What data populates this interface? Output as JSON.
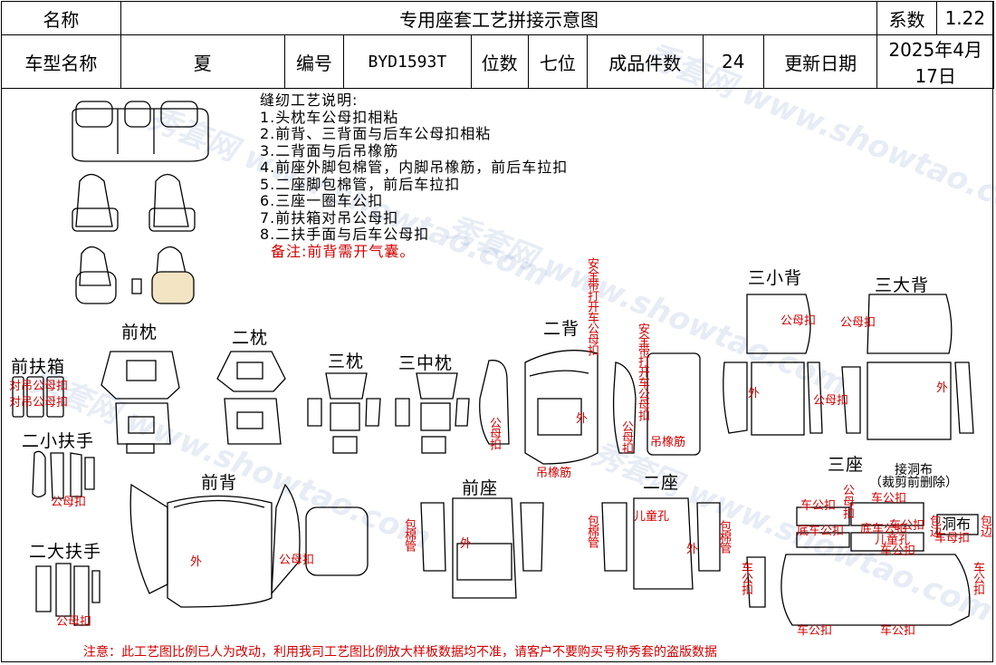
{
  "header": {
    "row1": {
      "name_label": "名称",
      "title": "专用座套工艺拼接示意图",
      "coef_label": "系数",
      "coef_value": "1.22"
    },
    "row2": {
      "car_label": "车型名称",
      "car_value": "夏",
      "code_label": "编号",
      "code_value": "BYD1593T",
      "seat_label": "位数",
      "seat_value": "七位",
      "count_label": "成品件数",
      "count_value": "24",
      "date_label": "更新日期",
      "date_value": "2025年4月17日"
    }
  },
  "notes": {
    "title": "缝纫工艺说明:",
    "items": [
      "1.头枕车公母扣相粘",
      "2.前背、三背面与后车公母扣相粘",
      "3.二背面与后吊橡筋",
      "4.前座外脚包棉管，内脚吊橡筋，前后车拉扣",
      "5.二座脚包棉管，前后车拉扣",
      "6.三座一圈车公扣",
      "7.前扶箱对吊公母扣",
      "8.二扶手面与后车公母扣"
    ],
    "remark": "备注:前背需开气囊。"
  },
  "labels": {
    "front_armbox": "前扶箱",
    "front_pillow": "前枕",
    "second_pillow": "二枕",
    "third_pillow": "三枕",
    "third_mid_pillow": "三中枕",
    "second_back": "二背",
    "third_small_back": "三小背",
    "third_big_back": "三大背",
    "second_small_armrest": "二小扶手",
    "second_big_armrest": "二大扶手",
    "front_back": "前背",
    "front_seat": "前座",
    "second_seat": "二座",
    "third_seat": "三座"
  },
  "red_labels": {
    "pair_hang_1": "对吊公母扣",
    "pair_hang_2": "对吊公母扣",
    "snap_small_arm": "公母扣",
    "snap_big_arm": "公母扣",
    "belt_open": "安全带打开车公母扣",
    "belt_open_2": "安全带打开车公母扣",
    "snap_v1": "公母扣",
    "snap_v2": "公母扣",
    "outer_1": "外",
    "elastic_1": "吊橡筋",
    "elastic_2": "吊橡筋",
    "snap_3sb": "公母扣",
    "snap_3bb": "公母扣",
    "outer_2": "外",
    "snap_3m": "公母扣",
    "outer_3": "外",
    "outer_fb": "外",
    "snap_fb": "公母扣",
    "wrap_1": "包棉管",
    "outer_fs": "外",
    "wrap_2": "包棉管",
    "child_hole": "儿童孔",
    "outer_2s": "外",
    "wrap_3": "包棉管",
    "hole_cut": "接洞布\n（裁剪前删除）",
    "car_snap_a": "车公扣",
    "snap_b": "公母扣",
    "car_snap_c": "车公扣",
    "car_snap_d": "底车公扣",
    "car_snap_e": "车公扣",
    "car_snap_f": "底车公扣",
    "child_hole_2": "儿童孔",
    "car_snap_g": "车公扣",
    "wrap_edge_1": "包边",
    "hole_cloth": "洞布",
    "car_snap_h": "车母扣",
    "wrap_edge_2": "包边",
    "car_snap_i": "车公扣",
    "car_snap_j": "车公扣",
    "car_snap_k": "车公扣",
    "car_snap_l": "车公扣"
  },
  "footer": "注意：此工艺图比例已人为改动，利用我司工艺图比例放大样板数据均不准，请客户不要购买号称秀套的盗版数据",
  "watermark": "秀套网 www.showtao.com"
}
